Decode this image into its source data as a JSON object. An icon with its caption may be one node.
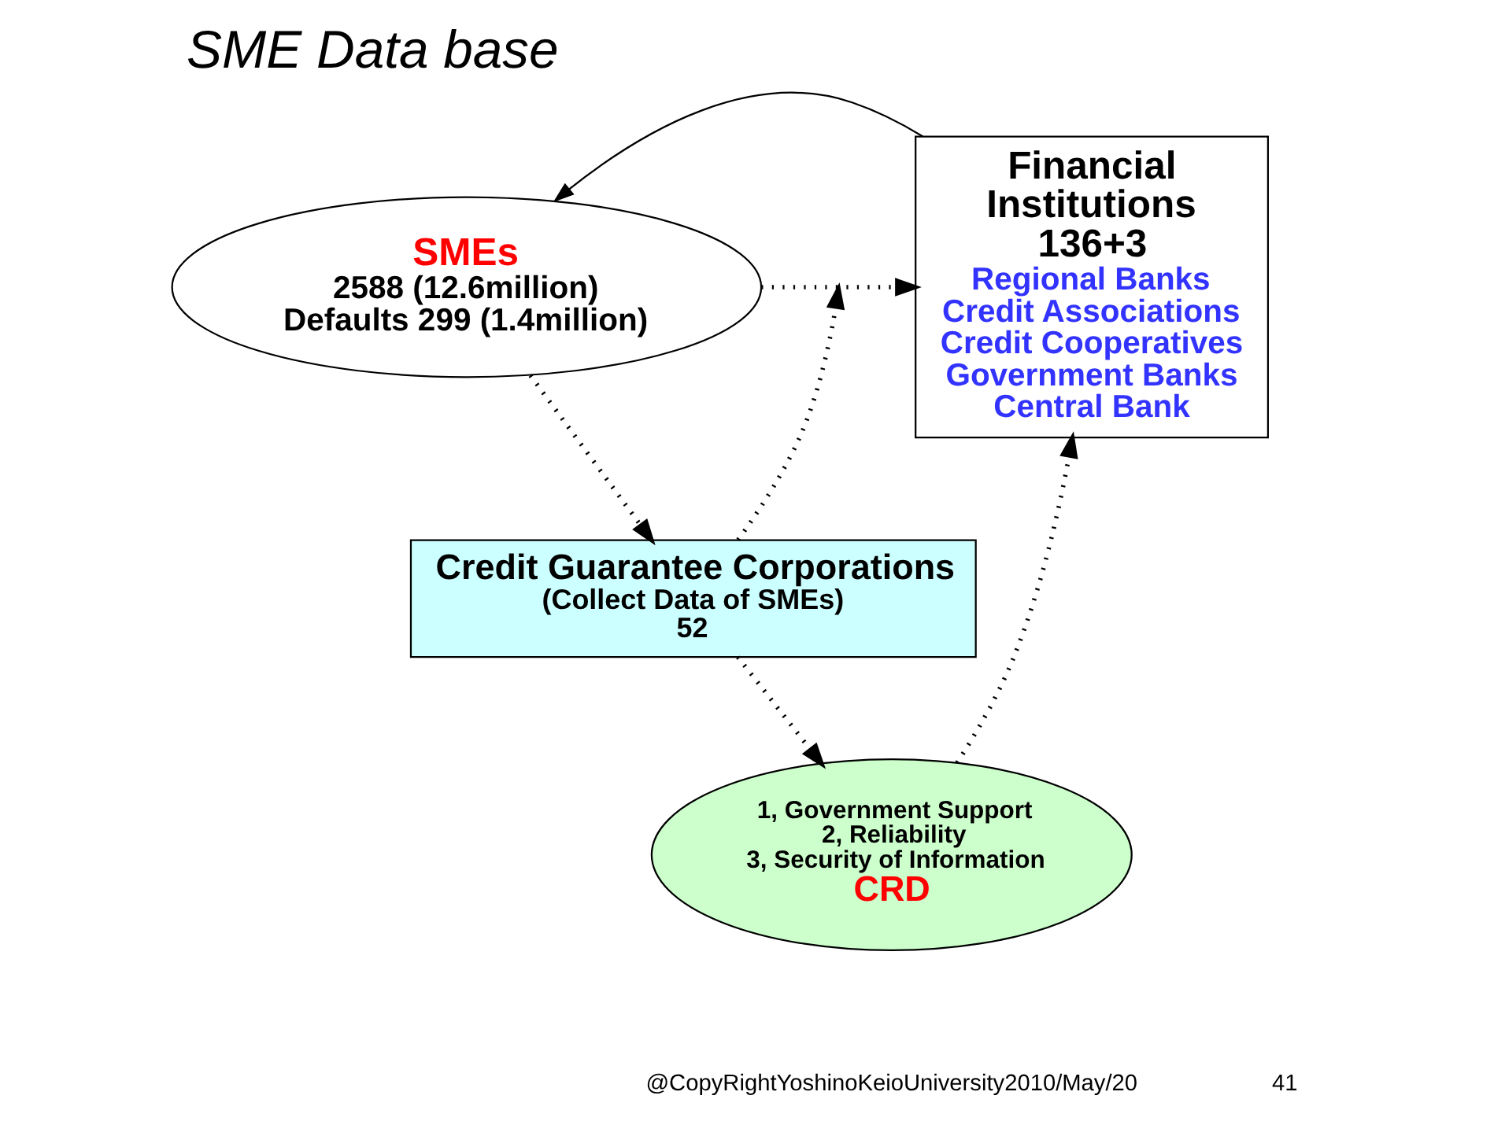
{
  "diagram": {
    "title": "SME Data base",
    "nodes": [
      {
        "text": [
          "SMEs",
          "2588 (12.6million)",
          "Defaults 299 (1.4million)"
        ]
      },
      {
        "text": [
          "Credit Guarantee Corporations",
          "(Collect Data of SMEs)",
          "52"
        ]
      },
      {
        "text": [
          "Financial Institutions 136+3",
          "Regional Banks",
          "Credit Associations",
          "Credit Cooperatives",
          "Government Banks",
          "Central Bank"
        ]
      },
      {
        "text": [
          "1, Government Support",
          "2, Reliability",
          "3, Security of Information",
          "CRD"
        ]
      }
    ],
    "edges": [
      {
        "from": 0,
        "to": 1,
        "arrow": "to",
        "style": "dashed"
      },
      {
        "from": 1,
        "to": 3,
        "arrow": "to",
        "style": "dashed"
      },
      {
        "from": 1,
        "to": null,
        "arrow": "to",
        "style": "dashed"
      },
      {
        "from": 2,
        "to": 0,
        "arrow": "to"
      },
      {
        "from": 0,
        "to": 2,
        "arrow": "to",
        "style": "dashed"
      },
      {
        "from": 3,
        "to": 2,
        "arrow": "to",
        "style": "dashed"
      }
    ],
    "labels": [
      "@CopyRightYoshinoKeioUniversity2010/May/20",
      "41"
    ]
  }
}
